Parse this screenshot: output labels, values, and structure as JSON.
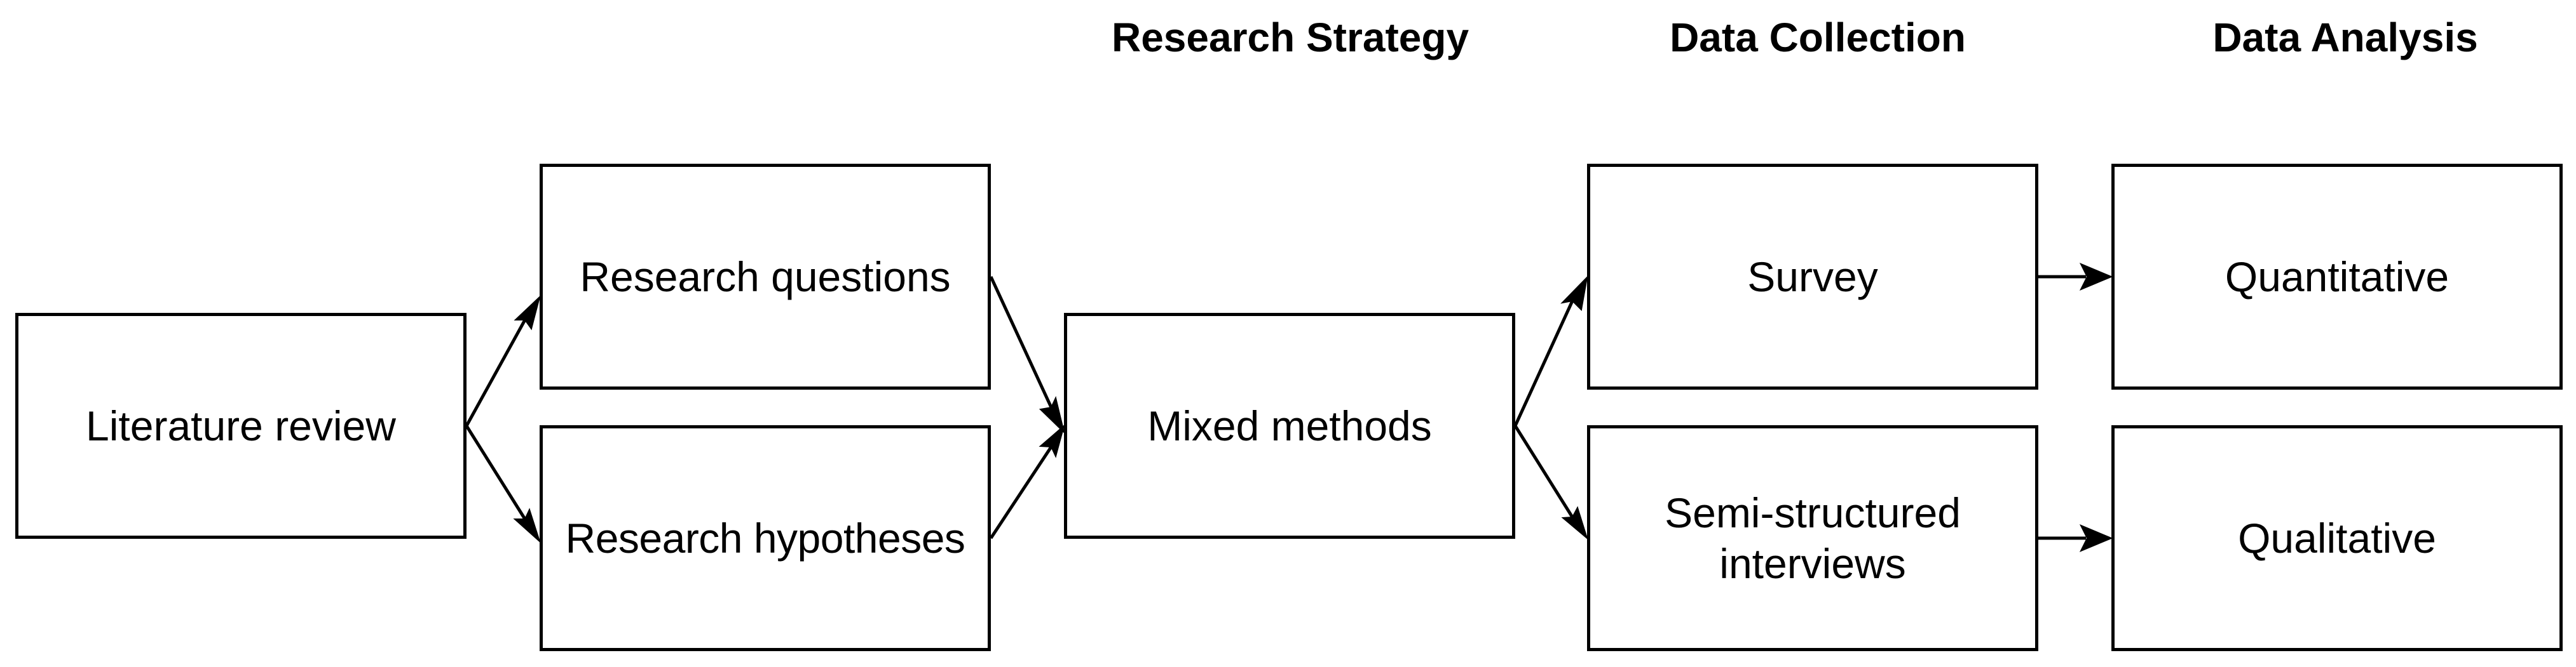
{
  "headers": {
    "research_strategy": "Research Strategy",
    "data_collection": "Data Collection",
    "data_analysis": "Data Analysis"
  },
  "nodes": {
    "literature_review": "Literature review",
    "research_questions": "Research questions",
    "research_hypotheses": "Research hypotheses",
    "mixed_methods": "Mixed methods",
    "survey": "Survey",
    "semi_structured_interviews": "Semi-structured\ninterviews",
    "quantitative": "Quantitative",
    "qualitative": "Qualitative"
  },
  "edges": [
    {
      "from": "literature_review",
      "to": "research_questions"
    },
    {
      "from": "literature_review",
      "to": "research_hypotheses"
    },
    {
      "from": "research_questions",
      "to": "mixed_methods"
    },
    {
      "from": "research_hypotheses",
      "to": "mixed_methods"
    },
    {
      "from": "mixed_methods",
      "to": "survey"
    },
    {
      "from": "mixed_methods",
      "to": "semi_structured_interviews"
    },
    {
      "from": "survey",
      "to": "quantitative"
    },
    {
      "from": "semi_structured_interviews",
      "to": "qualitative"
    }
  ],
  "colors": {
    "stroke": "#000000",
    "background": "#ffffff"
  }
}
